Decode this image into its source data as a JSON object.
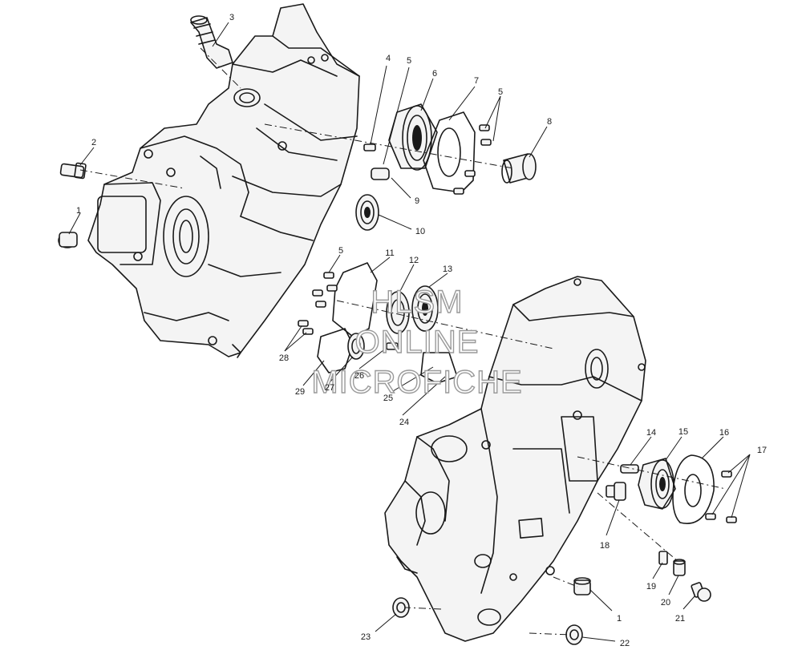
{
  "callouts": [
    {
      "id": "c1a",
      "text": "1"
    },
    {
      "id": "c1b",
      "text": "1"
    },
    {
      "id": "c2",
      "text": "2"
    },
    {
      "id": "c3",
      "text": "3"
    },
    {
      "id": "c4",
      "text": "4"
    },
    {
      "id": "c5a",
      "text": "5"
    },
    {
      "id": "c5b",
      "text": "5"
    },
    {
      "id": "c5c",
      "text": "5"
    },
    {
      "id": "c6",
      "text": "6"
    },
    {
      "id": "c7",
      "text": "7"
    },
    {
      "id": "c8",
      "text": "8"
    },
    {
      "id": "c9",
      "text": "9"
    },
    {
      "id": "c10",
      "text": "10"
    },
    {
      "id": "c11",
      "text": "11"
    },
    {
      "id": "c12",
      "text": "12"
    },
    {
      "id": "c13",
      "text": "13"
    },
    {
      "id": "c14",
      "text": "14"
    },
    {
      "id": "c15",
      "text": "15"
    },
    {
      "id": "c16",
      "text": "16"
    },
    {
      "id": "c17",
      "text": "17"
    },
    {
      "id": "c18",
      "text": "18"
    },
    {
      "id": "c19",
      "text": "19"
    },
    {
      "id": "c20",
      "text": "20"
    },
    {
      "id": "c21",
      "text": "21"
    },
    {
      "id": "c22",
      "text": "22"
    },
    {
      "id": "c23",
      "text": "23"
    },
    {
      "id": "c24",
      "text": "24"
    },
    {
      "id": "c25",
      "text": "25"
    },
    {
      "id": "c26",
      "text": "26"
    },
    {
      "id": "c27",
      "text": "27"
    },
    {
      "id": "c28",
      "text": "28"
    },
    {
      "id": "c29",
      "text": "29"
    }
  ],
  "watermark": {
    "line1": "HLSM",
    "line2": "ONLINE",
    "line3": "MICROFICHE"
  }
}
